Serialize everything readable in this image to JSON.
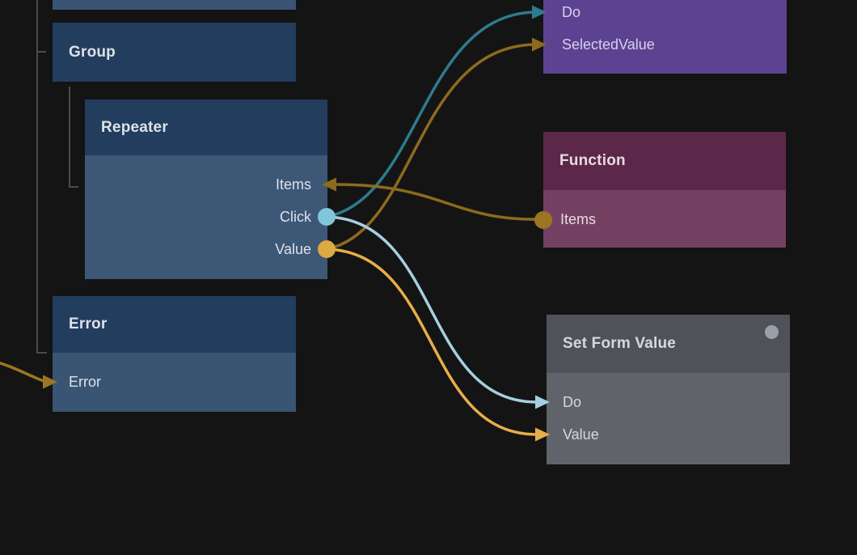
{
  "canvas": {
    "background": "#141414",
    "tree_line_color": "#4b4b4b"
  },
  "nodes": {
    "clipped_top": {
      "fill": "#3b5475"
    },
    "group": {
      "title": "Group",
      "header_fill": "#223d5e"
    },
    "repeater": {
      "title": "Repeater",
      "header_fill": "#223d5e",
      "body_fill": "#3d5777",
      "ports": [
        {
          "label": "Items",
          "kind": "input-arrow",
          "color": "#8e6a1e"
        },
        {
          "label": "Click",
          "kind": "output-dot",
          "color": "#7fc6d8"
        },
        {
          "label": "Value",
          "kind": "output-dot",
          "color": "#dca943"
        }
      ]
    },
    "error": {
      "title": "Error",
      "header_fill": "#223d5e",
      "body_fill": "#3a5473",
      "ports": [
        {
          "label": "Error",
          "kind": "input-arrow",
          "color": "#9d761f"
        }
      ]
    },
    "purple_clipped": {
      "fill": "#5d4291",
      "ports": [
        {
          "label": "Do",
          "kind": "input-arrow",
          "color": "#2e7b8d"
        },
        {
          "label": "SelectedValue",
          "kind": "input-arrow",
          "color": "#8e6a1e"
        }
      ]
    },
    "function": {
      "title": "Function",
      "header_fill": "#5c2849",
      "body_fill": "#744062",
      "ports": [
        {
          "label": "Items",
          "kind": "output-dot",
          "color": "#9c7522"
        }
      ]
    },
    "set_form_value": {
      "title": "Set Form Value",
      "header_fill": "#4f5359",
      "body_fill": "#60646a",
      "status_dot_color": "#9aa0a7",
      "ports": [
        {
          "label": "Do",
          "kind": "input-arrow",
          "color": "#a6cfdf"
        },
        {
          "label": "Value",
          "kind": "input-arrow",
          "color": "#e6ae49"
        }
      ]
    }
  },
  "wires": [
    {
      "name": "repeater-click-to-purple-do",
      "color": "#2e7b8d"
    },
    {
      "name": "repeater-value-to-purple-selectedvalue",
      "color": "#8e6a1e"
    },
    {
      "name": "function-items-to-repeater-items",
      "color": "#8e6a1e"
    },
    {
      "name": "repeater-click-to-setformvalue-do",
      "color": "#a6cfdf"
    },
    {
      "name": "repeater-value-to-setformvalue-value",
      "color": "#e6ae49"
    },
    {
      "name": "offscreen-to-error-error",
      "color": "#9d761f"
    }
  ]
}
